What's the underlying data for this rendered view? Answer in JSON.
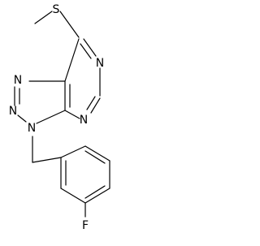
{
  "molecule": {
    "atoms": {
      "sulfur": "S",
      "pyrimidine_n_upper": "N",
      "pyrimidine_n_lower": "N",
      "triazole_n_top": "N",
      "triazole_n_middle": "N",
      "triazole_n_bottom": "N",
      "fluorine": "F"
    }
  }
}
